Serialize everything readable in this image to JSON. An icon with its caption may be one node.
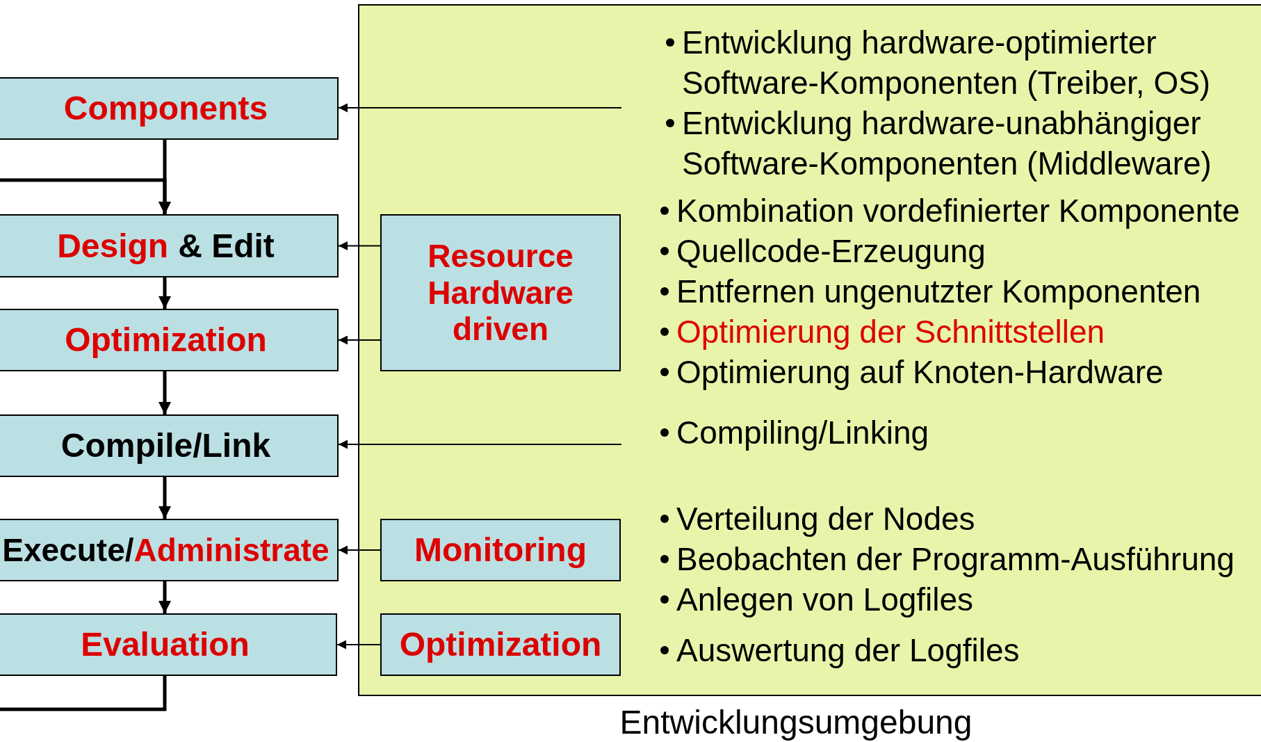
{
  "diagram": {
    "nodes": [
      {
        "text": [
          "Components"
        ]
      },
      {
        "text": [
          "Design",
          "& Edit"
        ]
      },
      {
        "text": [
          "Optimization"
        ]
      },
      {
        "text": [
          "Compile/Link"
        ]
      },
      {
        "text": [
          "Execute/",
          "Administrate"
        ]
      },
      {
        "text": [
          "Evaluation"
        ]
      },
      {
        "text": [
          "Entwicklungsumgebung"
        ]
      },
      {
        "text": [
          "Resource Hardware driven"
        ],
        "in": 6
      },
      {
        "text": [
          "Monitoring"
        ],
        "in": 6
      },
      {
        "text": [
          "Optimization"
        ],
        "in": 6
      }
    ],
    "edges": [
      {
        "from": 0,
        "to": 1,
        "arrow": "to",
        "style": "thick"
      },
      {
        "from": 1,
        "to": 2,
        "arrow": "to",
        "style": "thick"
      },
      {
        "from": 2,
        "to": 3,
        "arrow": "to",
        "style": "thick"
      },
      {
        "from": 3,
        "to": 4,
        "arrow": "to",
        "style": "thick"
      },
      {
        "from": 4,
        "to": 5,
        "arrow": "to",
        "style": "thick"
      },
      {
        "from": 5,
        "to": 1,
        "arrow": "to",
        "style": "thick"
      },
      {
        "from": null,
        "to": 0,
        "arrow": "to"
      },
      {
        "from": 7,
        "to": 1,
        "arrow": "to"
      },
      {
        "from": 7,
        "to": 2,
        "arrow": "to"
      },
      {
        "from": null,
        "to": 3,
        "arrow": "to"
      },
      {
        "from": 8,
        "to": 4,
        "arrow": "to"
      },
      {
        "from": 9,
        "to": 5,
        "arrow": "to"
      }
    ],
    "labels": [
      "Entwicklung hardware-optimierter Software-Komponenten (Treiber, OS)",
      "Entwicklung hardware-unabhängiger Software-Komponenten (Middleware)",
      "Kombination vordefinierter Komponente",
      "Quellcode-Erzeugung",
      "Entfernen ungenutzter Komponenten",
      "Optimierung der Schnittstellen",
      "Optimierung auf Knoten-Hardware",
      "Compiling/Linking",
      "Verteilung der Nodes",
      "Beobachten der Programm-Ausführung",
      "Anlegen von Logfiles",
      "Auswertung der Logfiles"
    ]
  }
}
